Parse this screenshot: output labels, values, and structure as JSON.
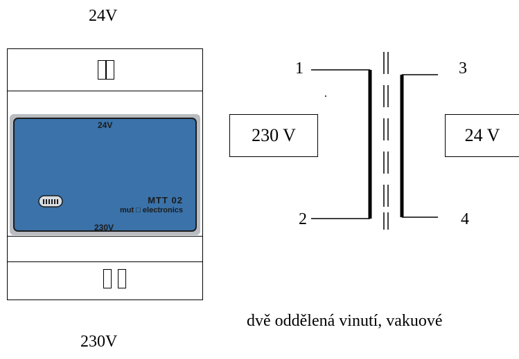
{
  "labels": {
    "top_voltage": "24V",
    "bottom_voltage": "230V",
    "caption": "dvě oddělená  vinutí, vakuové"
  },
  "module": {
    "panel_top_label": "24V",
    "panel_model": "MTT 02",
    "panel_brand": "mut □ electronics",
    "panel_bottom_label": "230V",
    "panel_color": "#3a72a9"
  },
  "schematic": {
    "terminal_1": "1",
    "terminal_2": "2",
    "terminal_3": "3",
    "terminal_4": "4",
    "primary_voltage": "230 V",
    "secondary_voltage": "24 V"
  }
}
